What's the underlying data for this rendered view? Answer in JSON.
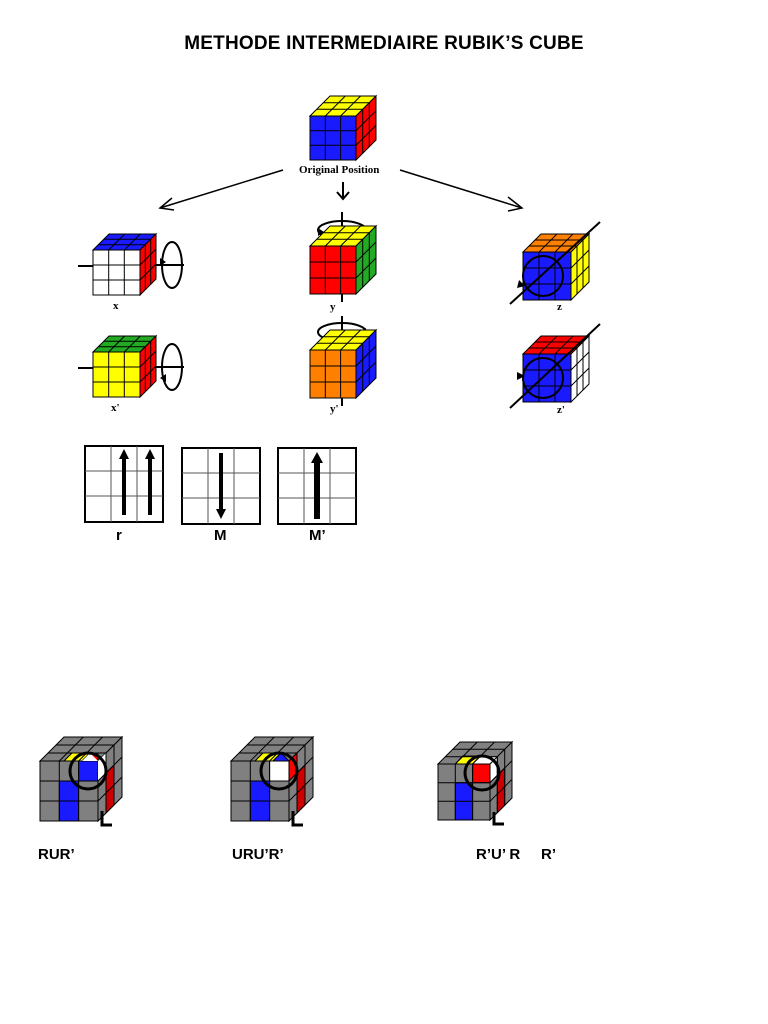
{
  "title": "METHODE INTERMEDIAIRE RUBIK’S CUBE",
  "original_label": "Original Position",
  "rotations": [
    {
      "label": "x"
    },
    {
      "label": "y"
    },
    {
      "label": "z"
    },
    {
      "label": "x'"
    },
    {
      "label": "y'"
    },
    {
      "label": "z'"
    }
  ],
  "slice_moves": [
    {
      "label": "r"
    },
    {
      "label": "M"
    },
    {
      "label": "M’"
    }
  ],
  "algorithms": [
    {
      "label": "RUR’"
    },
    {
      "label": "URU’R’"
    },
    {
      "label": "R’U’ R     R’"
    }
  ],
  "colors": {
    "blue": "#1a1aff",
    "red": "#ff0000",
    "yellow": "#ffff00",
    "green": "#22aa22",
    "orange": "#ff8000",
    "white": "#ffffff",
    "gray": "#808080"
  }
}
